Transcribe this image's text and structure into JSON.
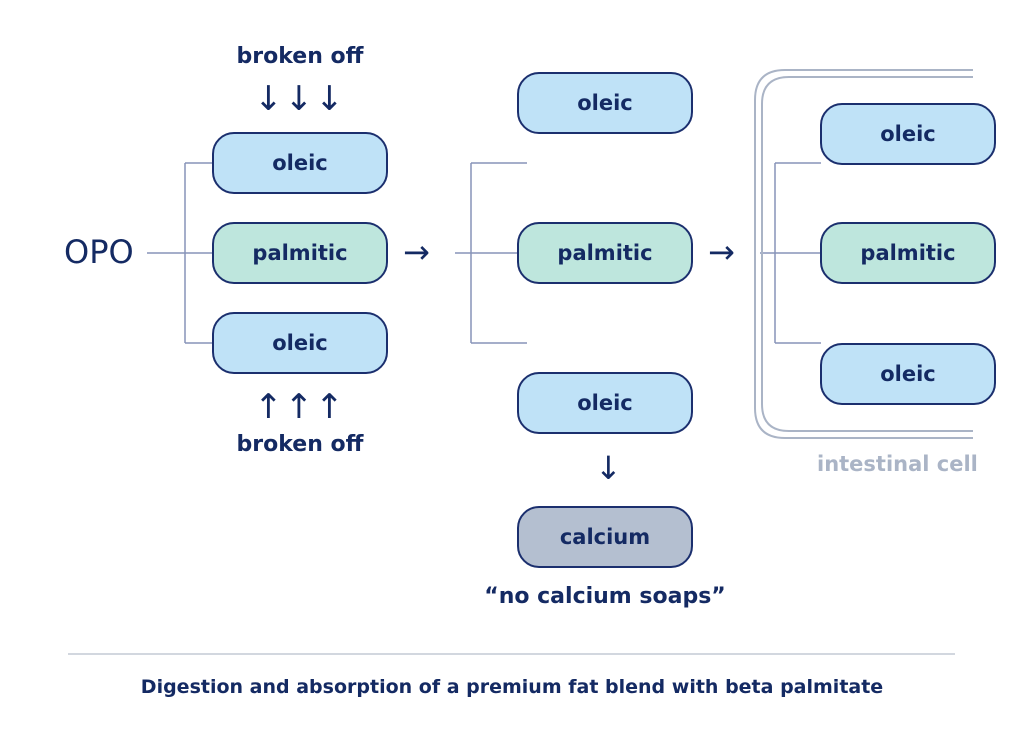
{
  "top_label": "broken off",
  "bottom_label": "broken off",
  "opo_label": "OPO",
  "left_group": {
    "top": "oleic",
    "middle": "palmitic",
    "bottom": "oleic"
  },
  "middle_group": {
    "top": "oleic",
    "middle": "palmitic",
    "bottom": "oleic",
    "calcium": "calcium"
  },
  "right_group": {
    "top": "oleic",
    "middle": "palmitic",
    "bottom": "oleic"
  },
  "intestinal_label": "intestinal cell",
  "soap_label": "“no calcium soaps”",
  "caption": "Digestion and absorption of a premium fat blend with beta palmitate",
  "icons": {
    "down_arrows": "↓↓↓",
    "up_arrows": "↑↑↑",
    "right_arrow": "→",
    "down_arrow": "↓"
  },
  "colors": {
    "navy": "#142a63",
    "oleic_fill": "#bfe2f7",
    "palmitic_fill": "#bee6dd",
    "calcium_fill": "#b4bfd0",
    "cell_gray": "#aab4c6"
  }
}
